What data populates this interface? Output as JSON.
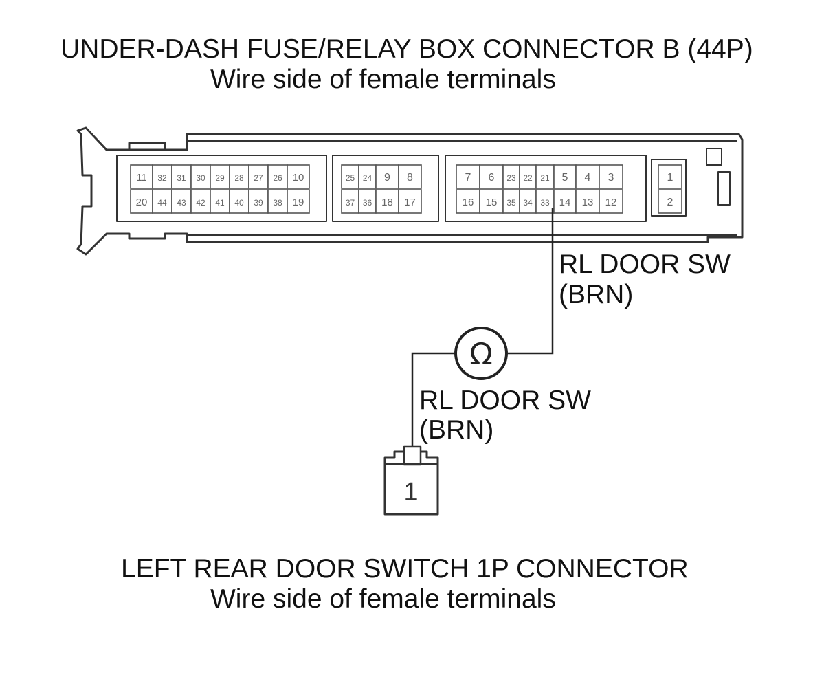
{
  "top_connector": {
    "title": "UNDER-DASH FUSE/RELAY BOX CONNECTOR B (44P)",
    "subtitle": "Wire side of female terminals",
    "groups": [
      {
        "top": [
          "11",
          "32",
          "31",
          "30",
          "29",
          "28",
          "27",
          "26",
          "10"
        ],
        "bottom": [
          "20",
          "44",
          "43",
          "42",
          "41",
          "40",
          "39",
          "38",
          "19"
        ]
      },
      {
        "top": [
          "25",
          "24",
          "9",
          "8"
        ],
        "bottom": [
          "37",
          "36",
          "18",
          "17"
        ]
      },
      {
        "top": [
          "7",
          "6",
          "23",
          "22",
          "21",
          "5",
          "4",
          "3"
        ],
        "bottom": [
          "16",
          "15",
          "35",
          "34",
          "33",
          "14",
          "13",
          "12"
        ]
      },
      {
        "top": [
          "1"
        ],
        "bottom": [
          "2"
        ]
      }
    ]
  },
  "wire_label_upper": {
    "line1": "RL DOOR SW",
    "line2": "(BRN)"
  },
  "meter_symbol": "Ω",
  "wire_label_lower": {
    "line1": "RL DOOR SW",
    "line2": "(BRN)"
  },
  "bottom_connector": {
    "pin": "1",
    "title": "LEFT REAR DOOR SWITCH 1P CONNECTOR",
    "subtitle": "Wire side of female terminals"
  }
}
